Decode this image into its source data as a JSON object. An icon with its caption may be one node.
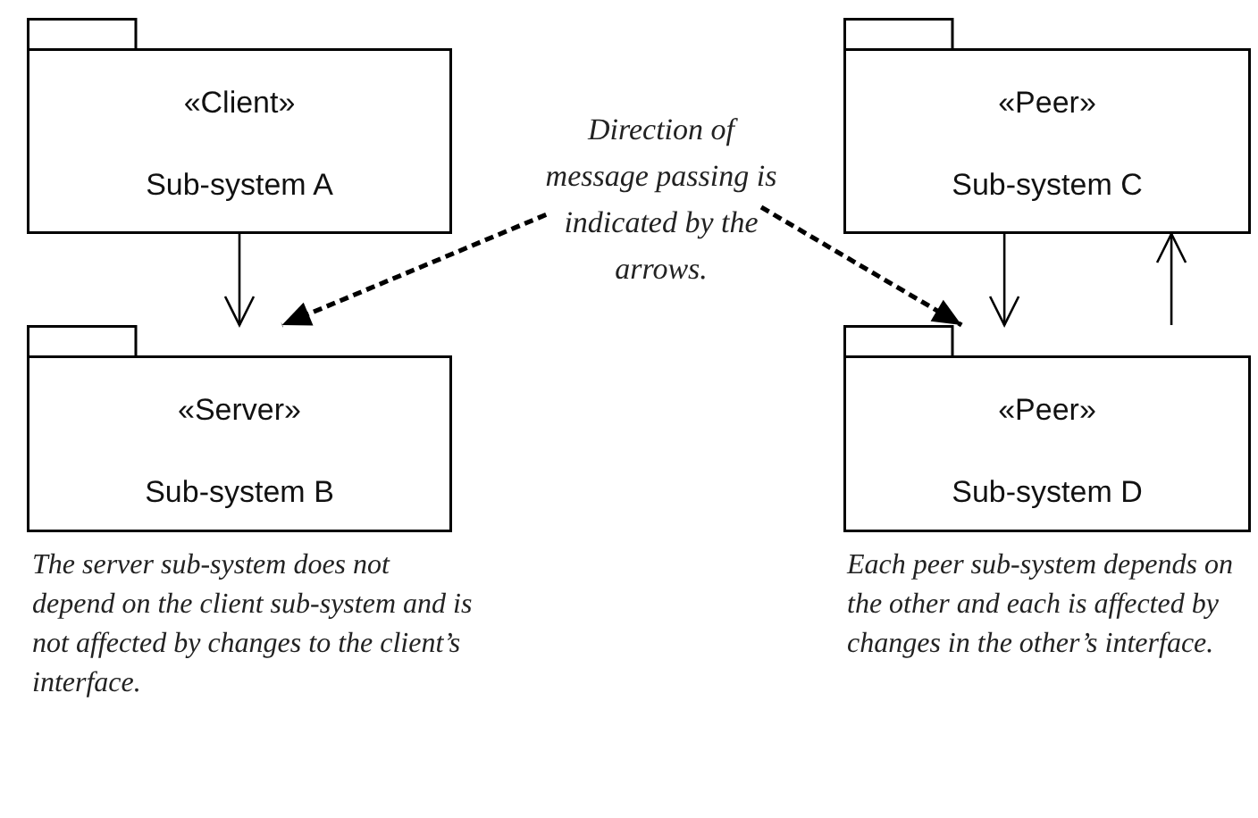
{
  "diagram": {
    "nodes": [
      {
        "text": [
          "«Client»",
          "Sub-system A"
        ]
      },
      {
        "text": [
          "«Server»",
          "Sub-system B"
        ],
        "beside": [
          "The server sub-system does not depend on the client sub-system and is not affected by  changes to the client’s interface."
        ]
      },
      {
        "text": [
          "«Peer»",
          "Sub-system C"
        ]
      },
      {
        "text": [
          "«Peer»",
          "Sub-system D"
        ],
        "beside": [
          "Each peer sub-system depends on the other and each is affected by changes in the other’s interface."
        ]
      },
      {
        "text": [
          "Direction of message passing is indicated by the arrows."
        ]
      }
    ],
    "edges": [
      {
        "from": 0,
        "to": 1,
        "arrow": "to"
      },
      {
        "from": 2,
        "to": 3,
        "arrow": "to"
      },
      {
        "from": 3,
        "to": 2,
        "arrow": "to"
      },
      {
        "from": 4,
        "to": 1,
        "arrow": "to",
        "style": "dashed"
      },
      {
        "from": 4,
        "to": 3,
        "arrow": "to",
        "style": "dashed"
      }
    ]
  }
}
